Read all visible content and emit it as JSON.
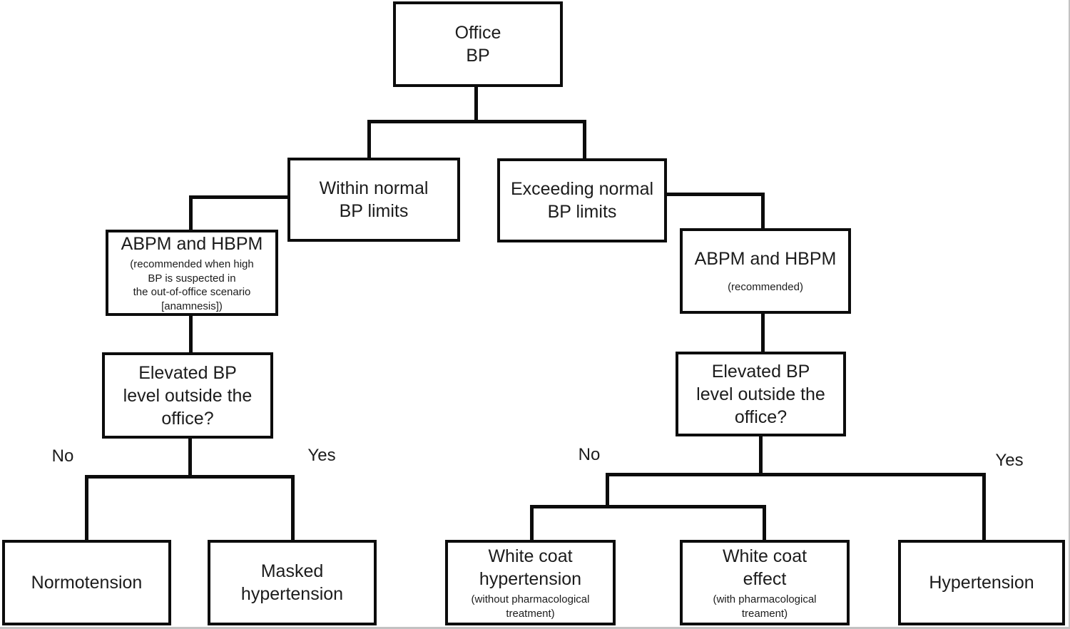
{
  "flowchart": {
    "nodes": {
      "office": {
        "text": "Office\nBP"
      },
      "within_normal": {
        "text": "Within normal\nBP limits"
      },
      "exceeding_normal": {
        "text": "Exceeding normal\nBP limits"
      },
      "abpm_left": {
        "title": "ABPM and HBPM",
        "note": "(recommended when high\nBP is suspected in\nthe out-of-office scenario\n[anamnesis])"
      },
      "abpm_right": {
        "title": "ABPM and HBPM",
        "note": "(recommended)"
      },
      "elevated_left": {
        "text": "Elevated BP\nlevel outside the\noffice?"
      },
      "elevated_right": {
        "text": "Elevated BP\nlevel outside the\noffice?"
      },
      "normotension": {
        "text": "Normotension"
      },
      "masked_hypertension": {
        "text": "Masked\nhypertension"
      },
      "white_coat_hypertension": {
        "title": "White coat\nhypertension",
        "note": "(without pharmacological\ntreatment)"
      },
      "white_coat_effect": {
        "title": "White coat\neffect",
        "note": "(with pharmacological\ntreament)"
      },
      "hypertension": {
        "text": "Hypertension"
      }
    },
    "edge_labels": {
      "left_no": "No",
      "left_yes": "Yes",
      "right_no": "No",
      "right_yes": "Yes"
    },
    "colors": {
      "line": "#0c0c0c",
      "background": "#ffffff",
      "text": "#1c1c1c"
    }
  }
}
